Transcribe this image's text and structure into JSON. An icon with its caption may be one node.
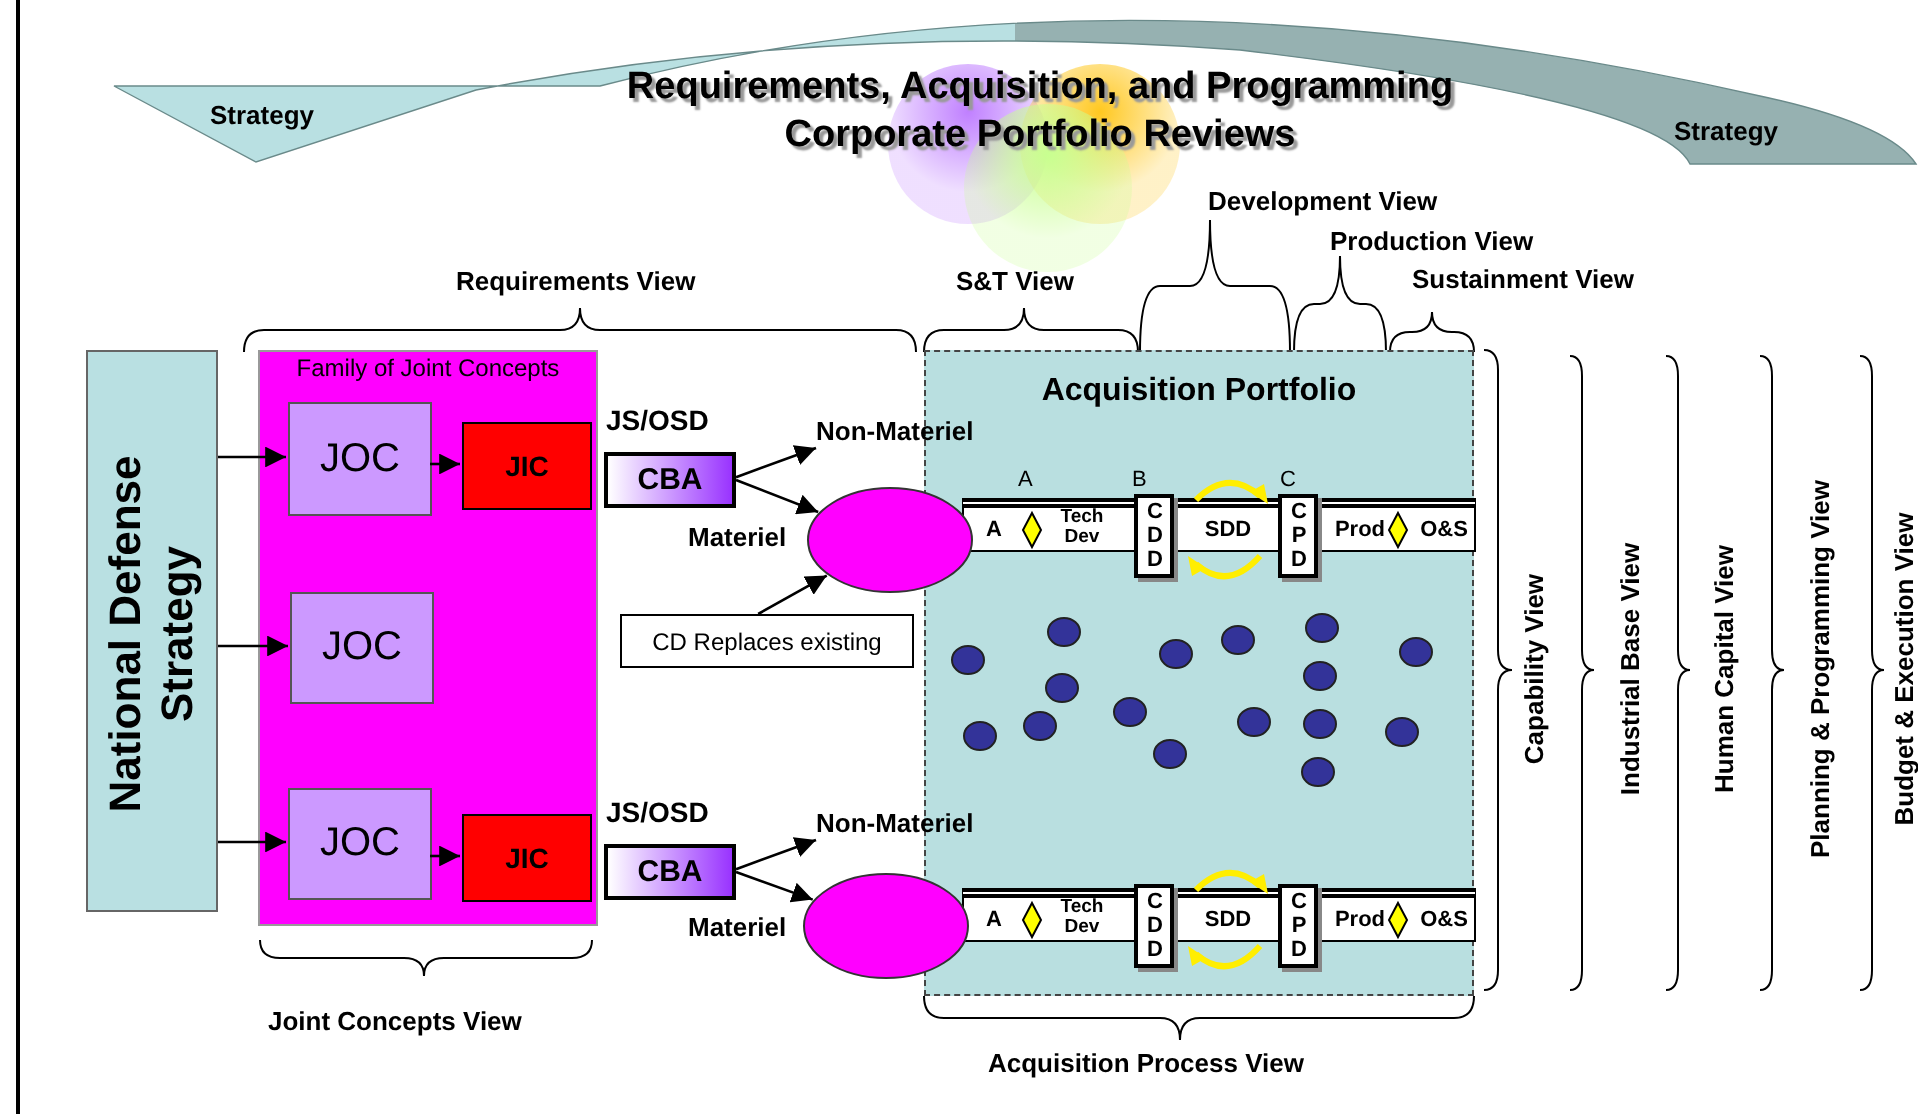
{
  "diagram": {
    "title": "Requirements, Acquisition, and Programming Corporate Portfolio Reviews",
    "nodes": [
      {
        "text": [
          "National Defense Strategy"
        ]
      },
      {
        "text": [
          "Family of Joint Concepts"
        ]
      },
      {
        "text": [
          "JOC"
        ],
        "in": 1
      },
      {
        "text": [
          "JIC"
        ],
        "in": 1
      },
      {
        "text": [
          "JOC"
        ],
        "in": 1
      },
      {
        "text": [
          "JOC"
        ],
        "in": 1
      },
      {
        "text": [
          "JIC"
        ],
        "in": 1
      },
      {
        "text": [
          "CBA"
        ],
        "beside": [
          "JS/OSD"
        ]
      },
      {
        "text": [
          "CBA"
        ],
        "beside": [
          "JS/OSD"
        ]
      },
      {
        "text": [
          "Non-Materiel"
        ]
      },
      {
        "text": [],
        "shape": "ellipse"
      },
      {
        "text": [
          "CD Replaces existing"
        ]
      },
      {
        "text": [
          "Non-Materiel"
        ]
      },
      {
        "text": [],
        "shape": "ellipse"
      },
      {
        "text": [
          "Acquisition Portfolio"
        ]
      },
      {
        "text": [
          "A",
          "Tech Dev",
          "SDD",
          "Prod",
          "O&S"
        ],
        "in": 14
      },
      {
        "text": [
          "CDD"
        ],
        "in": 14
      },
      {
        "text": [
          "CPD"
        ],
        "in": 14
      },
      {
        "text": [
          "A",
          "Tech Dev",
          "SDD",
          "Prod",
          "O&S"
        ],
        "in": 14
      },
      {
        "text": [
          "CDD"
        ],
        "in": 14
      },
      {
        "text": [
          "CPD"
        ],
        "in": 14
      }
    ],
    "edges": [
      {
        "from": 0,
        "to": 2,
        "arrow": "to"
      },
      {
        "from": 2,
        "to": 3,
        "arrow": "to"
      },
      {
        "from": 0,
        "to": 4,
        "arrow": "to"
      },
      {
        "from": 0,
        "to": 5,
        "arrow": "to"
      },
      {
        "from": 5,
        "to": 6,
        "arrow": "to"
      },
      {
        "from": 7,
        "to": 9,
        "arrow": "to"
      },
      {
        "from": 7,
        "to": 10,
        "arrow": "to"
      },
      {
        "from": 11,
        "to": 10,
        "arrow": "to"
      },
      {
        "from": 8,
        "to": 12,
        "arrow": "to"
      },
      {
        "from": 8,
        "to": 13,
        "arrow": "to"
      }
    ],
    "labels": [
      "Strategy",
      "Strategy",
      "Development View",
      "Production View",
      "Requirements View",
      "S&T View",
      "Sustainment View",
      "A",
      "B",
      "C",
      "Materiel",
      "Capability View",
      "Industrial Base View",
      "Human Capital View",
      "Planning & Programming View",
      "Budget & Execution View",
      "Materiel",
      "Joint Concepts View",
      "Acquisition Process View"
    ]
  }
}
